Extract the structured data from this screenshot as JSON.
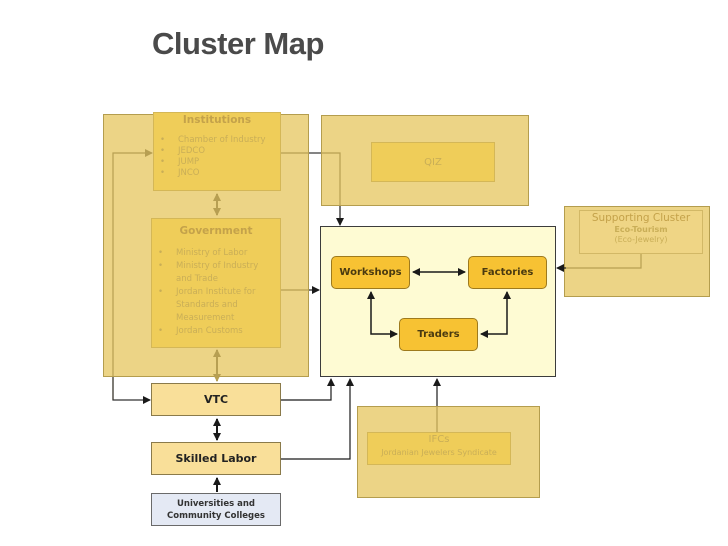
{
  "title": "Cluster Map",
  "institutions": {
    "heading": "Institutions",
    "items": [
      "Chamber of Industry",
      "JEDCO",
      "JUMP",
      "JNCO"
    ]
  },
  "government": {
    "heading": "Government",
    "items": [
      "Ministry of Labor",
      "Ministry of Industry and Trade",
      "Jordan Institute for Standards and Measurement",
      "Jordan Customs"
    ]
  },
  "qiz": {
    "label": "QIZ"
  },
  "supporting_cluster": {
    "heading": "Supporting Cluster",
    "line1": "Eco-Tourism",
    "line2": "(Eco-Jewelry)"
  },
  "core": {
    "workshops": "Workshops",
    "factories": "Factories",
    "traders": "Traders"
  },
  "ifcs": {
    "heading": "IFCs",
    "line1": "Jordanian Jewelers Syndicate"
  },
  "vtc": "VTC",
  "skilled_labor": "Skilled Labor",
  "universities": "Universities and Community Colleges",
  "colors": {
    "outer_box": "#ecd486",
    "inner_box": "#efcd59",
    "core_box": "#fefbd3",
    "core_node": "#f7c233",
    "tan_node": "#f9df99",
    "blue_node": "#e4e9f4"
  }
}
